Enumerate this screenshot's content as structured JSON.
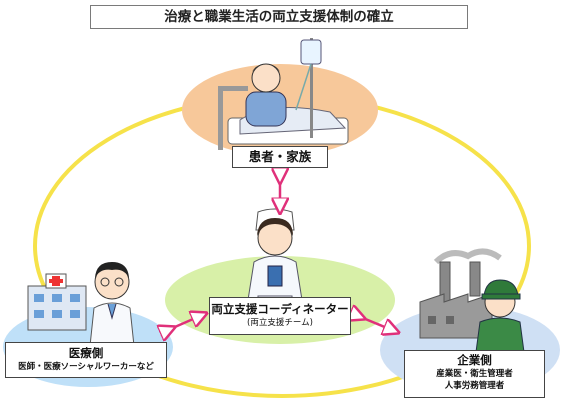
{
  "title": "治療と職業生活の両立支援体制の確立",
  "nodes": {
    "patient": {
      "label": "患者・家族"
    },
    "coordinator": {
      "label": "両立支援コーディネーター",
      "sub": "(両立支援チーム)"
    },
    "medical": {
      "label": "医療側",
      "sub": "医師・医療ソーシャルワーカーなど"
    },
    "company": {
      "label": "企業側",
      "sub1": "産業医・衛生管理者",
      "sub2": "人事労務管理者"
    }
  },
  "colors": {
    "ring": "#f6e24a",
    "patient_ellipse": "#f7c89a",
    "coordinator_ellipse": "#d8f0a8",
    "medical_ellipse": "#bfe0f8",
    "company_ellipse": "#cfe0f4",
    "arrow": "#e0307a"
  },
  "icons": [
    "patient-in-bed-illustration",
    "nurse-illustration",
    "doctor-illustration",
    "hospital-icon",
    "factory-icon",
    "worker-illustration"
  ]
}
